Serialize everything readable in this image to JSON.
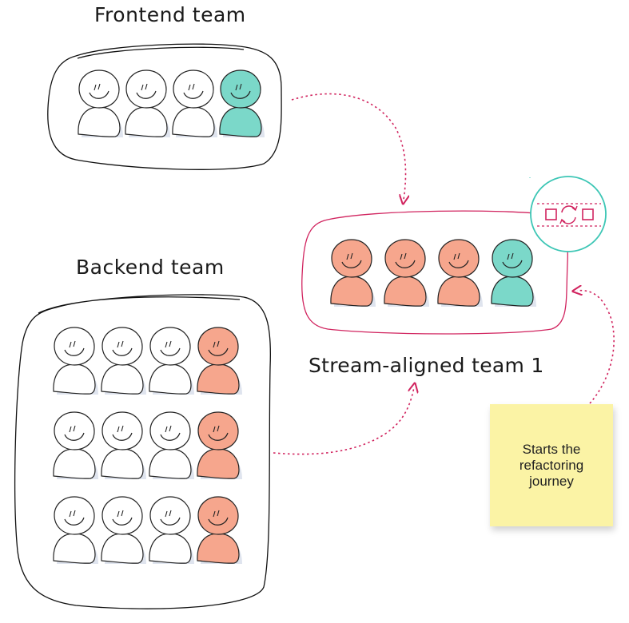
{
  "teams": {
    "frontend": {
      "title": "Frontend team",
      "members": [
        "white",
        "white",
        "white",
        "teal"
      ]
    },
    "backend": {
      "title": "Backend team",
      "rows": [
        [
          "white",
          "white",
          "white",
          "salmon"
        ],
        [
          "white",
          "white",
          "white",
          "salmon"
        ],
        [
          "white",
          "white",
          "white",
          "salmon"
        ]
      ]
    },
    "stream_aligned": {
      "title": "Stream-aligned team 1",
      "members": [
        "salmon",
        "salmon",
        "salmon",
        "teal"
      ],
      "badge_icon": "refactor-icon"
    }
  },
  "sticky_note": {
    "text": "Starts the refactoring journey"
  },
  "colors": {
    "salmon": "#f6a68d",
    "teal": "#7bd8c9",
    "white": "#ffffff",
    "accent": "#d1245f",
    "badge": "#3cc6b5",
    "sticky": "#fbf3a5",
    "ink": "#1a1a1a"
  }
}
